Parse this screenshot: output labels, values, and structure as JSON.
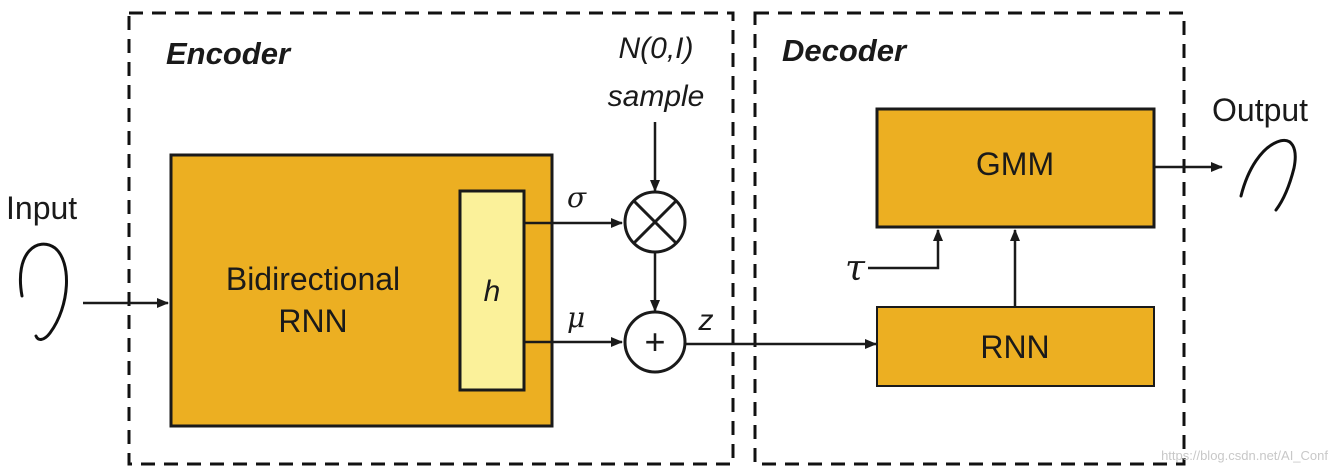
{
  "encoder": {
    "title": "Encoder",
    "rnn_line1": "Bidirectional",
    "rnn_line2": "RNN",
    "hidden": "h",
    "sigma": "σ",
    "mu": "μ",
    "multiply_symbol": "⊗",
    "add_symbol": "+",
    "latent": "z"
  },
  "noise": {
    "line1": "N(0,I)",
    "line2": "sample"
  },
  "decoder": {
    "title": "Decoder",
    "gmm": "GMM",
    "rnn": "RNN",
    "temperature": "τ"
  },
  "io": {
    "input": "Input",
    "output": "Output"
  },
  "watermark": "https://blog.csdn.net/AI_Conf"
}
